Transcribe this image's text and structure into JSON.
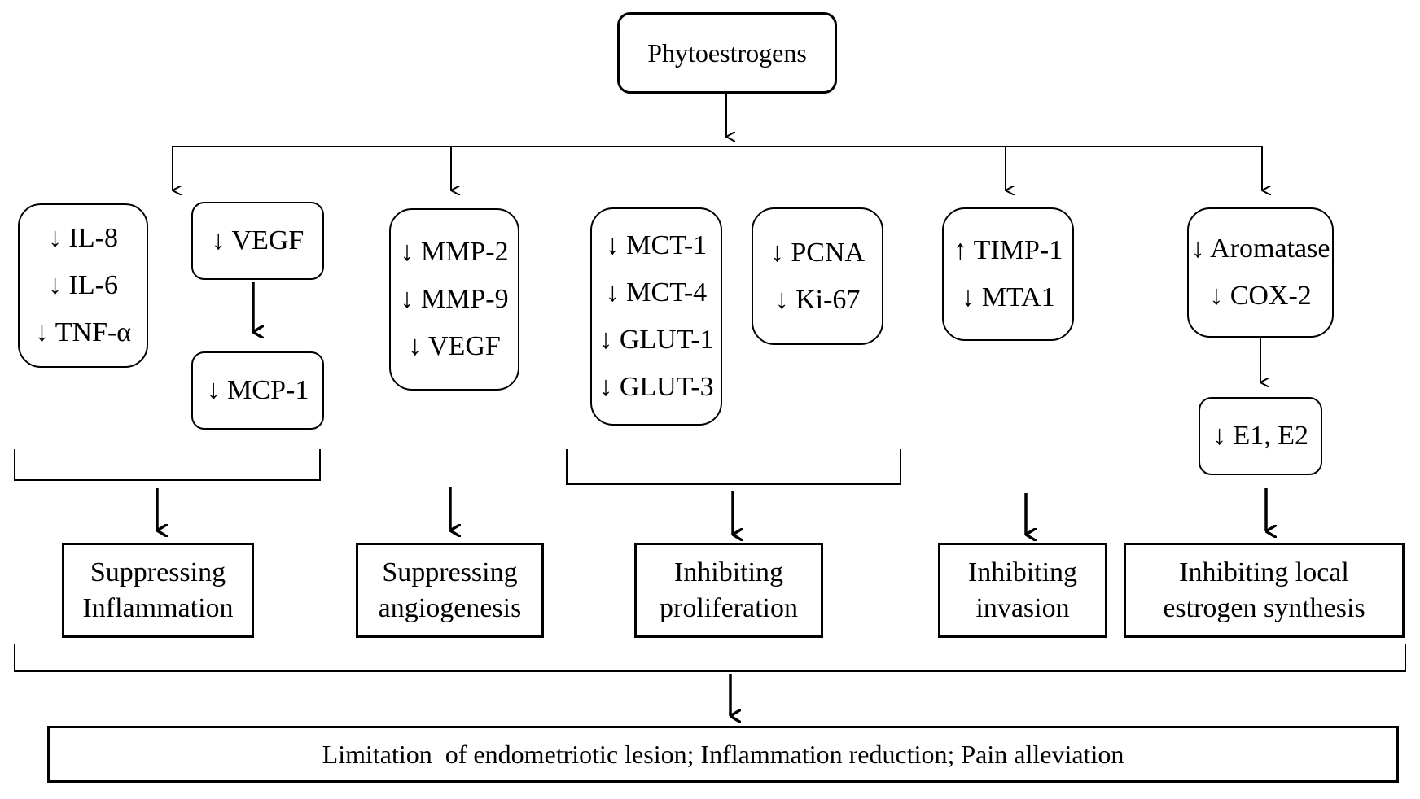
{
  "root": {
    "label": "Phytoestrogens"
  },
  "markers": [
    [
      "↓ IL-8",
      "↓ IL-6",
      "↓ TNF-α"
    ],
    [
      "↓ VEGF"
    ],
    [
      "↓ MCP-1"
    ],
    [
      "↓ MMP-2",
      "↓ MMP-9",
      "↓ VEGF"
    ],
    [
      "↓ MCT-1",
      "↓ MCT-4",
      "↓ GLUT-1",
      "↓ GLUT-3"
    ],
    [
      "↓ PCNA",
      "↓ Ki-67"
    ],
    [
      "↑ TIMP-1",
      "↓ MTA1"
    ],
    [
      "↓ Aromatase",
      "↓ COX-2"
    ],
    [
      "↓ E1, E2"
    ]
  ],
  "effects": [
    [
      "Suppressing",
      "Inflammation"
    ],
    [
      "Suppressing",
      "angiogenesis"
    ],
    [
      "Inhibiting",
      "proliferation"
    ],
    [
      "Inhibiting",
      "invasion"
    ],
    [
      "Inhibiting local",
      "estrogen synthesis"
    ]
  ],
  "outcome": {
    "label": "Limitation  of endometriotic lesion; Inflammation reduction; Pain alleviation"
  }
}
